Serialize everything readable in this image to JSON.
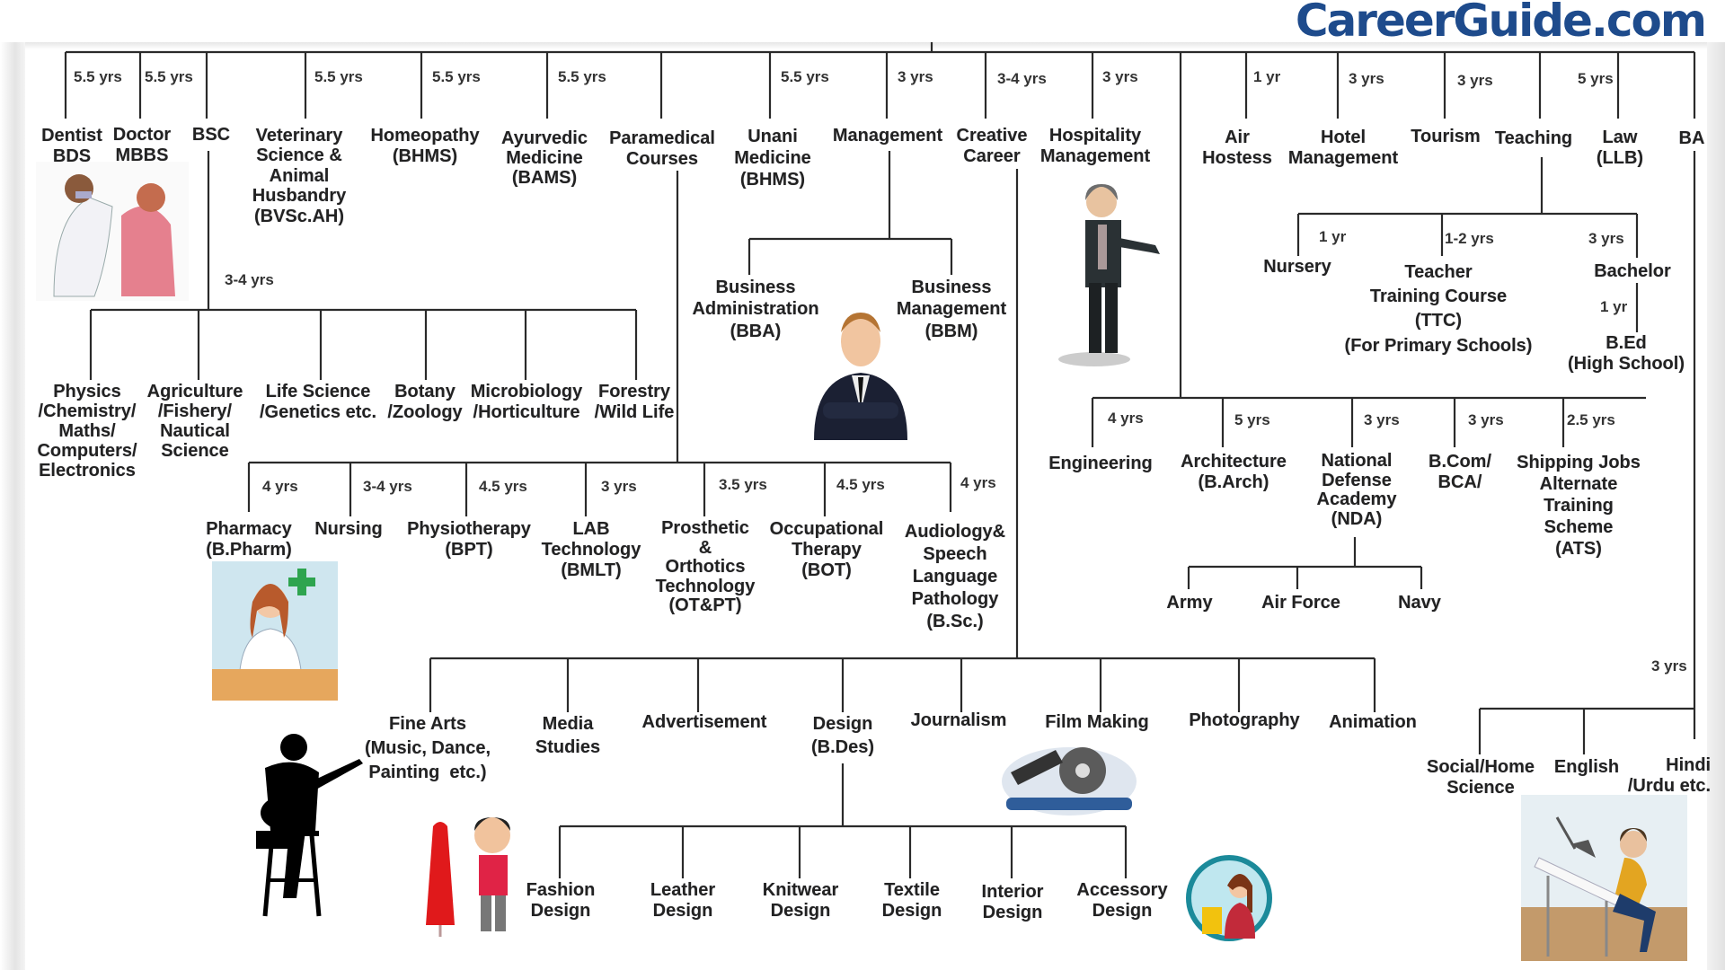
{
  "logo": "CareerGuide.com",
  "durations": {
    "dentist": "5.5 yrs",
    "doctor": "5.5 yrs",
    "veterinary": "5.5 yrs",
    "homeopathy": "5.5 yrs",
    "ayurvedic": "5.5 yrs",
    "unani": "5.5 yrs",
    "management": "3 yrs",
    "creative": "3-4 yrs",
    "hospitality": "3 yrs",
    "air_hostess": "1 yr",
    "hotel": "3 yrs",
    "tourism": "3 yrs",
    "law": "5 yrs",
    "bsc_sub": "3-4 yrs",
    "nursery": "1 yr",
    "ttc": "1-2 yrs",
    "bachelor": "3 yrs",
    "bed": "1 yr",
    "engineering": "4 yrs",
    "architecture": "5 yrs",
    "nda": "3 yrs",
    "bcom": "3 yrs",
    "shipping": "2.5 yrs",
    "pharmacy": "4 yrs",
    "nursing": "3-4 yrs",
    "physio": "4.5 yrs",
    "lab": "3 yrs",
    "prosthetic": "3.5 yrs",
    "occupational": "4.5 yrs",
    "audiology": "4 yrs",
    "ba": "3 yrs"
  },
  "streams": {
    "dentist": "Dentist\nBDS",
    "doctor": "Doctor\nMBBS",
    "bsc": "BSC",
    "veterinary": "Veterinary\nScience &\nAnimal\nHusbandry\n(BVSc.AH)",
    "homeopathy": "Homeopathy\n(BHMS)",
    "ayurvedic": "Ayurvedic\nMedicine\n(BAMS)",
    "paramedical": "Paramedical\nCourses",
    "unani": "Unani\nMedicine\n(BHMS)",
    "management": "Management",
    "creative": "Creative\nCareer",
    "hospitality": "Hospitality\nManagement",
    "air_hostess": "Air\nHostess",
    "hotel": "Hotel\nManagement",
    "tourism": "Tourism",
    "teaching": "Teaching",
    "law": "Law\n(LLB)",
    "ba": "BA"
  },
  "bsc_subjects": [
    "Physics\n/Chemistry/\nMaths/\nComputers/\nElectronics",
    "Agriculture\n/Fishery/\nNautical\nScience",
    "Life Science\n/Genetics etc.",
    "Botany\n/Zoology",
    "Microbiology\n/Horticulture",
    "Forestry\n/Wild Life"
  ],
  "management_sub": [
    "Business\nAdministration\n(BBA)",
    "Business\nManagement\n(BBM)"
  ],
  "teaching_sub": {
    "nursery": "Nursery",
    "ttc": "Teacher\nTraining Course\n(TTC)\n(For Primary Schools)",
    "bachelor": "Bachelor",
    "bed": "B.Ed\n(High School)"
  },
  "other_branches": [
    "Engineering",
    "Architecture\n(B.Arch)",
    "National\nDefense\nAcademy\n(NDA)",
    "B.Com/\nBCA/",
    "Shipping Jobs\nAlternate\nTraining\nScheme\n(ATS)"
  ],
  "nda_sub": [
    "Army",
    "Air Force",
    "Navy"
  ],
  "paramedical_sub": [
    "Pharmacy\n(B.Pharm)",
    "Nursing",
    "Physiotherapy\n(BPT)",
    "LAB\nTechnology\n(BMLT)",
    "Prosthetic\n&\nOrthotics\nTechnology\n(OT&PT)",
    "Occupational\nTherapy\n(BOT)",
    "Audiology&\nSpeech\nLanguage\nPathology\n(B.Sc.)"
  ],
  "creative_sub": [
    "Fine Arts\n(Music, Dance,\nPainting  etc.)",
    "Media\nStudies",
    "Advertisement",
    "Design\n(B.Des)",
    "Journalism",
    "Film Making",
    "Photography",
    "Animation"
  ],
  "design_sub": [
    "Fashion\nDesign",
    "Leather\nDesign",
    "Knitwear\nDesign",
    "Textile\nDesign",
    "Interior\nDesign",
    "Accessory\nDesign"
  ],
  "ba_sub": [
    "Social/Home\nScience",
    "English",
    "Hindi\n/Urdu etc."
  ],
  "colors": {
    "logo": "#1e4b8c",
    "line": "#2a2a2a",
    "text": "#222222"
  }
}
